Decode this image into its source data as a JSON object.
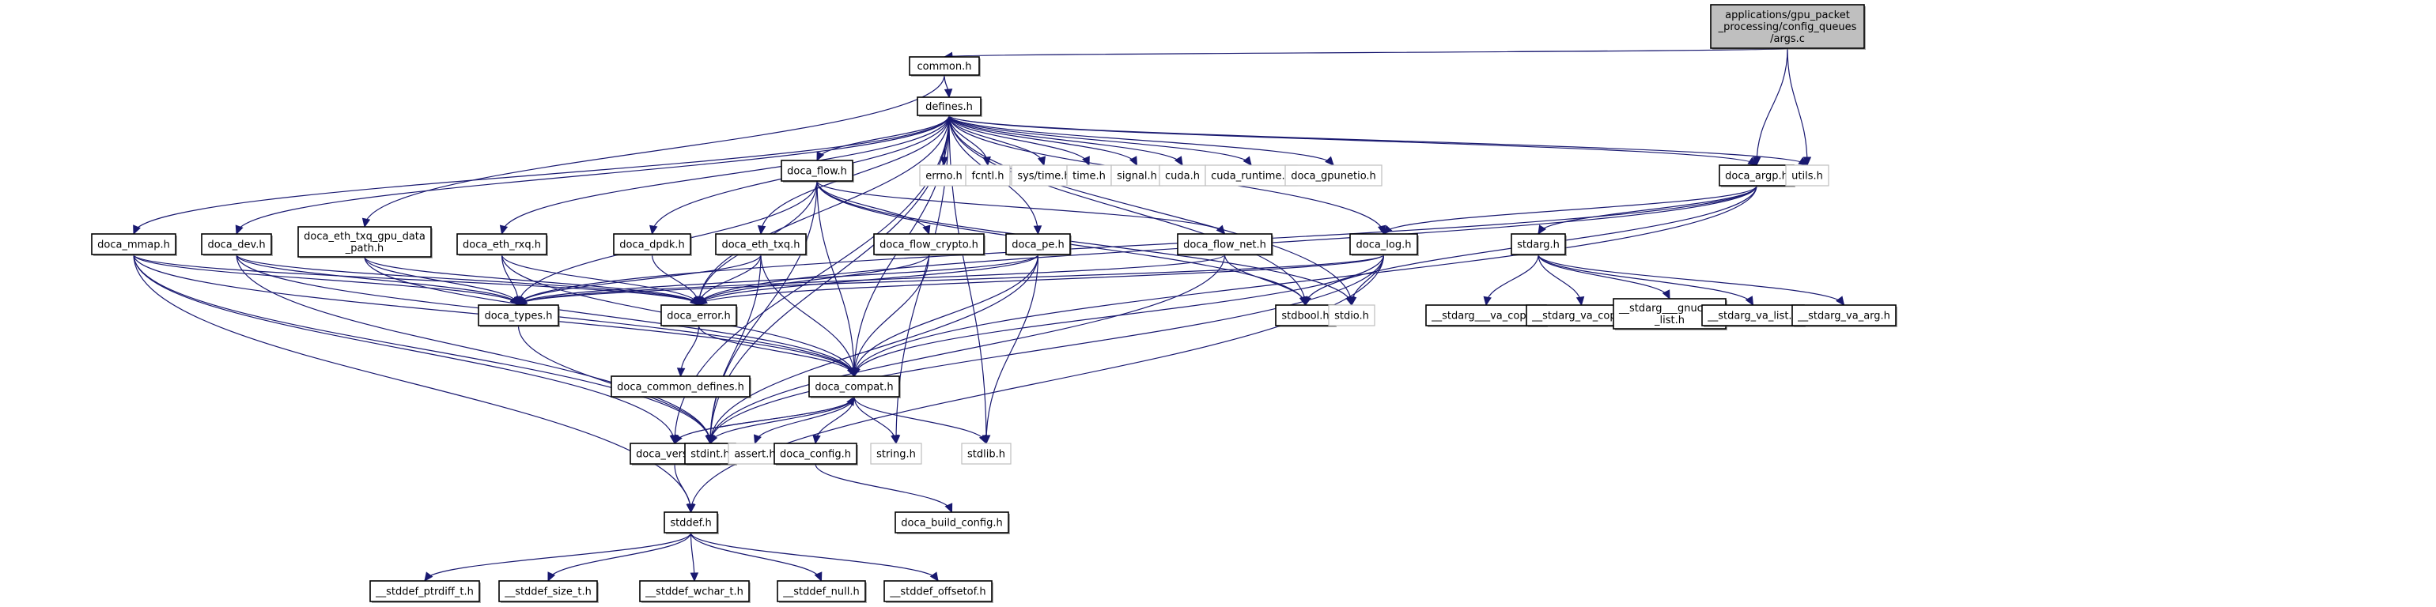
{
  "diagram": {
    "title": "Include dependency graph for args.c",
    "colors": {
      "edge": "#191970",
      "root_fill": "#bfbfbf",
      "node_border": "#000000",
      "external_border": "#bfbfbf"
    },
    "nodes": [
      {
        "id": "args_c",
        "label": [
          "applications/gpu_packet",
          "_processing/config_queues",
          "/args.c"
        ],
        "kind": "root"
      },
      {
        "id": "common_h",
        "label": [
          "common.h"
        ],
        "kind": "doc"
      },
      {
        "id": "defines_h",
        "label": [
          "defines.h"
        ],
        "kind": "doc"
      },
      {
        "id": "errno_h",
        "label": [
          "errno.h"
        ],
        "kind": "ext"
      },
      {
        "id": "fcntl_h",
        "label": [
          "fcntl.h"
        ],
        "kind": "ext"
      },
      {
        "id": "sys_time_h",
        "label": [
          "sys/time.h"
        ],
        "kind": "ext"
      },
      {
        "id": "time_h",
        "label": [
          "time.h"
        ],
        "kind": "ext"
      },
      {
        "id": "signal_h",
        "label": [
          "signal.h"
        ],
        "kind": "ext"
      },
      {
        "id": "cuda_h",
        "label": [
          "cuda.h"
        ],
        "kind": "ext"
      },
      {
        "id": "cuda_runtime_h",
        "label": [
          "cuda_runtime.h"
        ],
        "kind": "ext"
      },
      {
        "id": "doca_gpunetio_h",
        "label": [
          "doca_gpunetio.h"
        ],
        "kind": "ext"
      },
      {
        "id": "doca_argp_h",
        "label": [
          "doca_argp.h"
        ],
        "kind": "doc"
      },
      {
        "id": "utils_h",
        "label": [
          "utils.h"
        ],
        "kind": "ext"
      },
      {
        "id": "doca_flow_h",
        "label": [
          "doca_flow.h"
        ],
        "kind": "doc"
      },
      {
        "id": "doca_mmap_h",
        "label": [
          "doca_mmap.h"
        ],
        "kind": "doc"
      },
      {
        "id": "doca_dev_h",
        "label": [
          "doca_dev.h"
        ],
        "kind": "doc"
      },
      {
        "id": "doca_eth_txq_gpu_data_path_h",
        "label": [
          "doca_eth_txq_gpu_data",
          "_path.h"
        ],
        "kind": "doc"
      },
      {
        "id": "doca_eth_rxq_h",
        "label": [
          "doca_eth_rxq.h"
        ],
        "kind": "doc"
      },
      {
        "id": "doca_dpdk_h",
        "label": [
          "doca_dpdk.h"
        ],
        "kind": "doc"
      },
      {
        "id": "doca_eth_txq_h",
        "label": [
          "doca_eth_txq.h"
        ],
        "kind": "doc"
      },
      {
        "id": "doca_flow_crypto_h",
        "label": [
          "doca_flow_crypto.h"
        ],
        "kind": "doc"
      },
      {
        "id": "doca_pe_h",
        "label": [
          "doca_pe.h"
        ],
        "kind": "doc"
      },
      {
        "id": "doca_flow_net_h",
        "label": [
          "doca_flow_net.h"
        ],
        "kind": "doc"
      },
      {
        "id": "doca_log_h",
        "label": [
          "doca_log.h"
        ],
        "kind": "doc"
      },
      {
        "id": "stdarg_h",
        "label": [
          "stdarg.h"
        ],
        "kind": "doc"
      },
      {
        "id": "doca_types_h",
        "label": [
          "doca_types.h"
        ],
        "kind": "doc"
      },
      {
        "id": "doca_error_h",
        "label": [
          "doca_error.h"
        ],
        "kind": "doc"
      },
      {
        "id": "stdbool_h",
        "label": [
          "stdbool.h"
        ],
        "kind": "doc"
      },
      {
        "id": "stdio_h",
        "label": [
          "stdio.h"
        ],
        "kind": "ext"
      },
      {
        "id": "stdarg___va_copy_h",
        "label": [
          "__stdarg___va_copy.h"
        ],
        "kind": "doc"
      },
      {
        "id": "stdarg_va_copy_h",
        "label": [
          "__stdarg_va_copy.h"
        ],
        "kind": "doc"
      },
      {
        "id": "stdarg___gnuc_va_list_h",
        "label": [
          "__stdarg___gnuc_va",
          "_list.h"
        ],
        "kind": "doc"
      },
      {
        "id": "stdarg_va_list_h",
        "label": [
          "__stdarg_va_list.h"
        ],
        "kind": "doc"
      },
      {
        "id": "stdarg_va_arg_h",
        "label": [
          "__stdarg_va_arg.h"
        ],
        "kind": "doc"
      },
      {
        "id": "doca_common_defines_h",
        "label": [
          "doca_common_defines.h"
        ],
        "kind": "doc"
      },
      {
        "id": "doca_compat_h",
        "label": [
          "doca_compat.h"
        ],
        "kind": "doc"
      },
      {
        "id": "doca_version_h",
        "label": [
          "doca_version.h"
        ],
        "kind": "doc"
      },
      {
        "id": "stdint_h",
        "label": [
          "stdint.h"
        ],
        "kind": "doc"
      },
      {
        "id": "assert_h",
        "label": [
          "assert.h"
        ],
        "kind": "ext"
      },
      {
        "id": "doca_config_h",
        "label": [
          "doca_config.h"
        ],
        "kind": "doc"
      },
      {
        "id": "string_h",
        "label": [
          "string.h"
        ],
        "kind": "ext"
      },
      {
        "id": "stdlib_h",
        "label": [
          "stdlib.h"
        ],
        "kind": "ext"
      },
      {
        "id": "stddef_h",
        "label": [
          "stddef.h"
        ],
        "kind": "doc"
      },
      {
        "id": "doca_build_config_h",
        "label": [
          "doca_build_config.h"
        ],
        "kind": "doc"
      },
      {
        "id": "stddef_ptrdiff_t_h",
        "label": [
          "__stddef_ptrdiff_t.h"
        ],
        "kind": "doc"
      },
      {
        "id": "stddef_size_t_h",
        "label": [
          "__stddef_size_t.h"
        ],
        "kind": "doc"
      },
      {
        "id": "stddef_wchar_t_h",
        "label": [
          "__stddef_wchar_t.h"
        ],
        "kind": "doc"
      },
      {
        "id": "stddef_null_h",
        "label": [
          "__stddef_null.h"
        ],
        "kind": "doc"
      },
      {
        "id": "stddef_offsetof_h",
        "label": [
          "__stddef_offsetof.h"
        ],
        "kind": "doc"
      }
    ],
    "edges": [
      [
        "args_c",
        "common_h"
      ],
      [
        "args_c",
        "doca_argp_h"
      ],
      [
        "args_c",
        "utils_h"
      ],
      [
        "common_h",
        "defines_h"
      ],
      [
        "common_h",
        "doca_eth_txq_gpu_data_path_h"
      ],
      [
        "defines_h",
        "errno_h"
      ],
      [
        "defines_h",
        "fcntl_h"
      ],
      [
        "defines_h",
        "sys_time_h"
      ],
      [
        "defines_h",
        "time_h"
      ],
      [
        "defines_h",
        "signal_h"
      ],
      [
        "defines_h",
        "cuda_h"
      ],
      [
        "defines_h",
        "cuda_runtime_h"
      ],
      [
        "defines_h",
        "doca_gpunetio_h"
      ],
      [
        "defines_h",
        "doca_argp_h"
      ],
      [
        "defines_h",
        "utils_h"
      ],
      [
        "defines_h",
        "doca_flow_h"
      ],
      [
        "defines_h",
        "doca_mmap_h"
      ],
      [
        "defines_h",
        "doca_dev_h"
      ],
      [
        "defines_h",
        "doca_eth_rxq_h"
      ],
      [
        "defines_h",
        "doca_dpdk_h"
      ],
      [
        "defines_h",
        "doca_eth_txq_h"
      ],
      [
        "defines_h",
        "doca_log_h"
      ],
      [
        "defines_h",
        "doca_error_h"
      ],
      [
        "defines_h",
        "doca_pe_h"
      ],
      [
        "defines_h",
        "stdbool_h"
      ],
      [
        "defines_h",
        "stdio_h"
      ],
      [
        "defines_h",
        "stdint_h"
      ],
      [
        "defines_h",
        "doca_version_h"
      ],
      [
        "defines_h",
        "string_h"
      ],
      [
        "defines_h",
        "stdlib_h"
      ],
      [
        "defines_h",
        "doca_compat_h"
      ],
      [
        "doca_flow_h",
        "doca_flow_crypto_h"
      ],
      [
        "doca_flow_h",
        "doca_flow_net_h"
      ],
      [
        "doca_flow_h",
        "doca_error_h"
      ],
      [
        "doca_flow_h",
        "doca_compat_h"
      ],
      [
        "doca_flow_h",
        "stdbool_h"
      ],
      [
        "doca_flow_h",
        "stdint_h"
      ],
      [
        "doca_flow_h",
        "doca_types_h"
      ],
      [
        "doca_flow_h",
        "stdio_h"
      ],
      [
        "doca_argp_h",
        "doca_log_h"
      ],
      [
        "doca_argp_h",
        "stdarg_h"
      ],
      [
        "doca_argp_h",
        "doca_error_h"
      ],
      [
        "doca_argp_h",
        "doca_compat_h"
      ],
      [
        "doca_argp_h",
        "stdbool_h"
      ],
      [
        "doca_argp_h",
        "doca_types_h"
      ],
      [
        "stdarg_h",
        "stdarg___va_copy_h"
      ],
      [
        "stdarg_h",
        "stdarg_va_copy_h"
      ],
      [
        "stdarg_h",
        "stdarg___gnuc_va_list_h"
      ],
      [
        "stdarg_h",
        "stdarg_va_list_h"
      ],
      [
        "stdarg_h",
        "stdarg_va_arg_h"
      ],
      [
        "doca_log_h",
        "stdio_h"
      ],
      [
        "doca_log_h",
        "doca_error_h"
      ],
      [
        "doca_log_h",
        "doca_compat_h"
      ],
      [
        "doca_log_h",
        "stdint_h"
      ],
      [
        "doca_log_h",
        "stddef_h"
      ],
      [
        "doca_log_h",
        "doca_types_h"
      ],
      [
        "doca_mmap_h",
        "doca_types_h"
      ],
      [
        "doca_mmap_h",
        "doca_error_h"
      ],
      [
        "doca_mmap_h",
        "doca_compat_h"
      ],
      [
        "doca_mmap_h",
        "stdint_h"
      ],
      [
        "doca_mmap_h",
        "stddef_h"
      ],
      [
        "doca_mmap_h",
        "doca_version_h"
      ],
      [
        "doca_dev_h",
        "doca_types_h"
      ],
      [
        "doca_dev_h",
        "doca_error_h"
      ],
      [
        "doca_dev_h",
        "doca_compat_h"
      ],
      [
        "doca_dev_h",
        "stdint_h"
      ],
      [
        "doca_eth_txq_gpu_data_path_h",
        "doca_types_h"
      ],
      [
        "doca_eth_txq_gpu_data_path_h",
        "doca_error_h"
      ],
      [
        "doca_eth_txq_gpu_data_path_h",
        "doca_compat_h"
      ],
      [
        "doca_eth_rxq_h",
        "doca_types_h"
      ],
      [
        "doca_eth_rxq_h",
        "doca_error_h"
      ],
      [
        "doca_eth_rxq_h",
        "doca_compat_h"
      ],
      [
        "doca_dpdk_h",
        "doca_error_h"
      ],
      [
        "doca_eth_txq_h",
        "doca_types_h"
      ],
      [
        "doca_eth_txq_h",
        "doca_error_h"
      ],
      [
        "doca_eth_txq_h",
        "doca_compat_h"
      ],
      [
        "doca_eth_txq_h",
        "stdint_h"
      ],
      [
        "doca_flow_crypto_h",
        "doca_error_h"
      ],
      [
        "doca_flow_crypto_h",
        "doca_compat_h"
      ],
      [
        "doca_pe_h",
        "doca_types_h"
      ],
      [
        "doca_pe_h",
        "doca_error_h"
      ],
      [
        "doca_pe_h",
        "doca_compat_h"
      ],
      [
        "doca_pe_h",
        "stdint_h"
      ],
      [
        "doca_pe_h",
        "stdlib_h"
      ],
      [
        "doca_flow_net_h",
        "stdbool_h"
      ],
      [
        "doca_flow_net_h",
        "stdint_h"
      ],
      [
        "doca_flow_net_h",
        "doca_types_h"
      ],
      [
        "doca_types_h",
        "stdint_h"
      ],
      [
        "doca_error_h",
        "doca_common_defines_h"
      ],
      [
        "doca_error_h",
        "doca_compat_h"
      ],
      [
        "doca_compat_h",
        "doca_version_h"
      ],
      [
        "doca_compat_h",
        "stdint_h"
      ],
      [
        "doca_compat_h",
        "assert_h"
      ],
      [
        "doca_compat_h",
        "doca_config_h"
      ],
      [
        "doca_compat_h",
        "string_h"
      ],
      [
        "doca_compat_h",
        "stdlib_h"
      ],
      [
        "doca_version_h",
        "doca_compat_h"
      ],
      [
        "doca_version_h",
        "stddef_h"
      ],
      [
        "doca_config_h",
        "doca_build_config_h"
      ],
      [
        "stddef_h",
        "stddef_ptrdiff_t_h"
      ],
      [
        "stddef_h",
        "stddef_size_t_h"
      ],
      [
        "stddef_h",
        "stddef_wchar_t_h"
      ],
      [
        "stddef_h",
        "stddef_null_h"
      ],
      [
        "stddef_h",
        "stddef_offsetof_h"
      ]
    ]
  }
}
